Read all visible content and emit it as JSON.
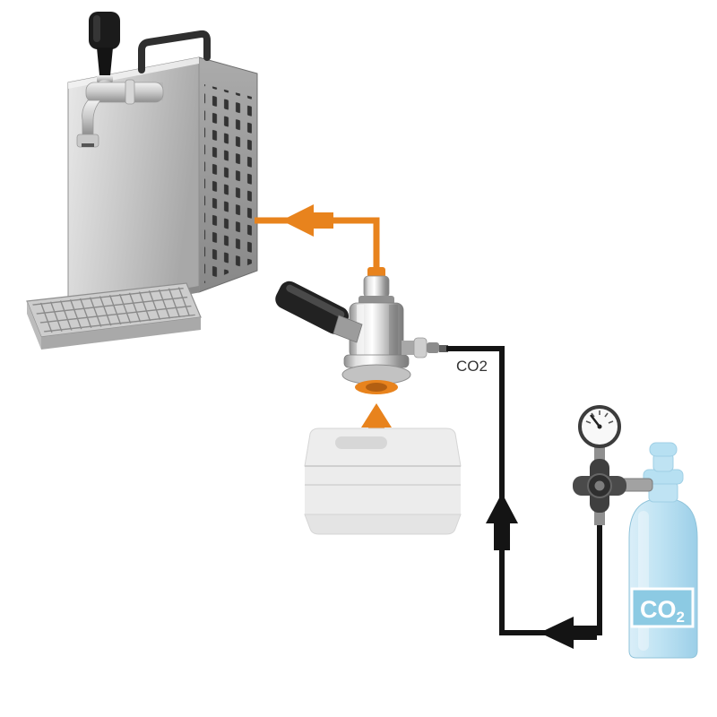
{
  "labels": {
    "co2_line": "CO2",
    "cylinder_label_main": "CO",
    "cylinder_label_sub": "2"
  },
  "colors": {
    "beer_line_orange": "#E8831D",
    "beer_line_orange_dark": "#B35F12",
    "co2_line_black": "#141414",
    "cylinder_body_blue": "#BFE3F3",
    "cylinder_label_blue": "#8CCAE3",
    "label_text_white": "#FFFFFF",
    "co2_text_dark": "#333333"
  }
}
